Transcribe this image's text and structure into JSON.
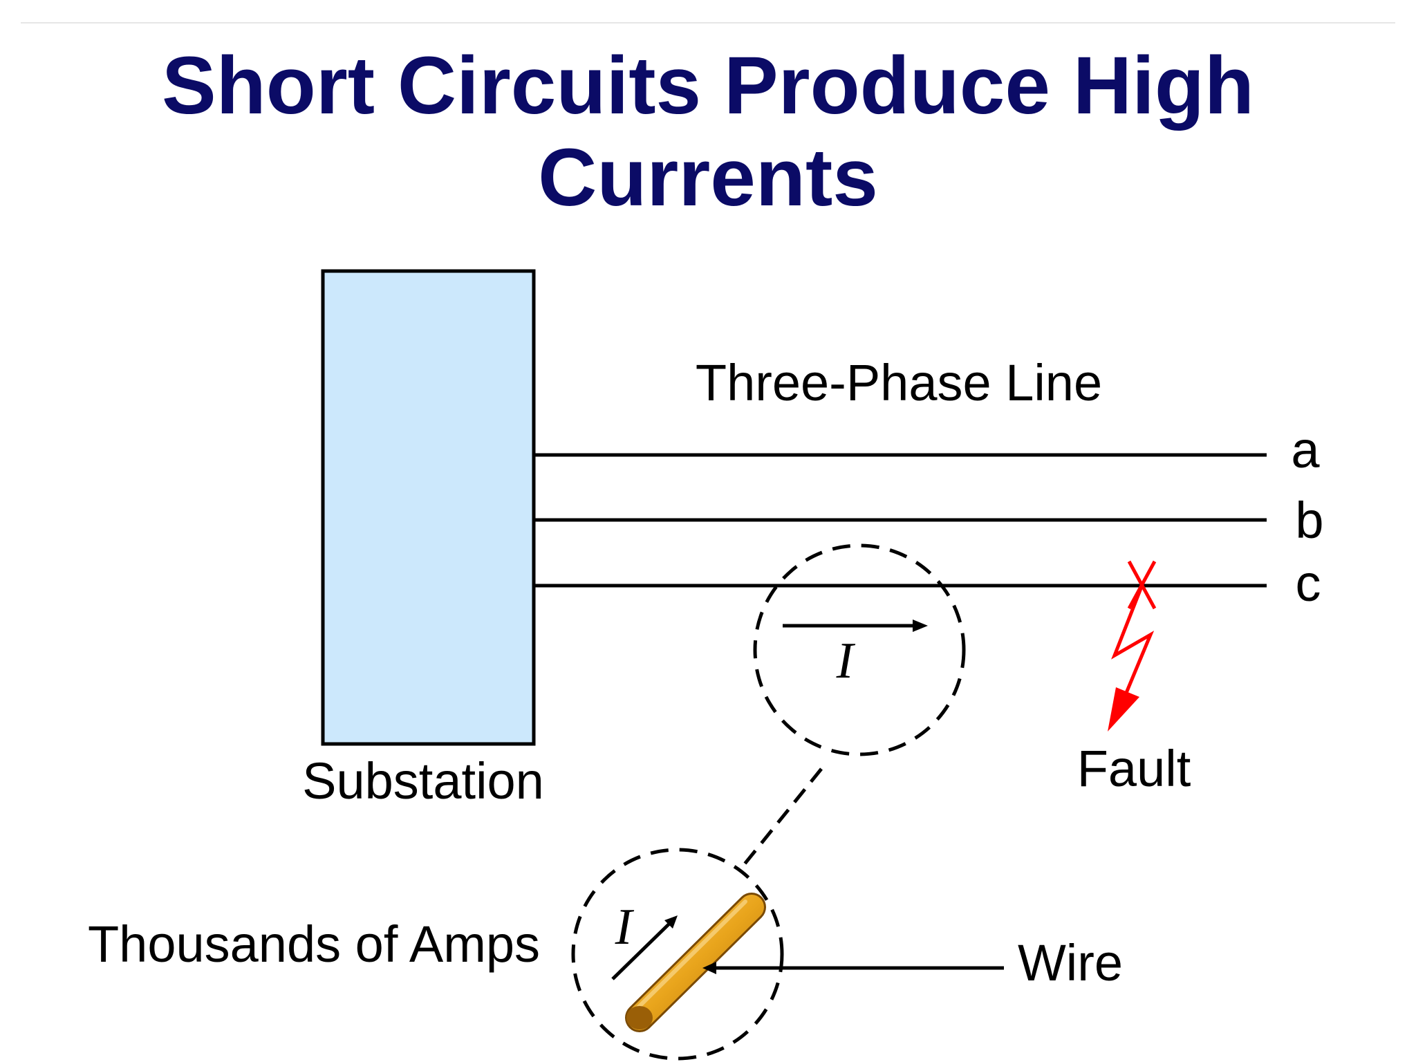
{
  "title": {
    "line1": "Short Circuits Produce High",
    "line2": "Currents"
  },
  "diagram": {
    "substation_label": "Substation",
    "line_label": "Three-Phase Line",
    "phases": [
      "a",
      "b",
      "c"
    ],
    "fault_label": "Fault",
    "current_symbol": "I",
    "amps_label": "Thousands of Amps",
    "wire_label": "Wire"
  },
  "colors": {
    "title": "#0b0b66",
    "substation_fill": "#cce8fc",
    "fault": "#ff0000",
    "wire": "#e9a51c"
  }
}
